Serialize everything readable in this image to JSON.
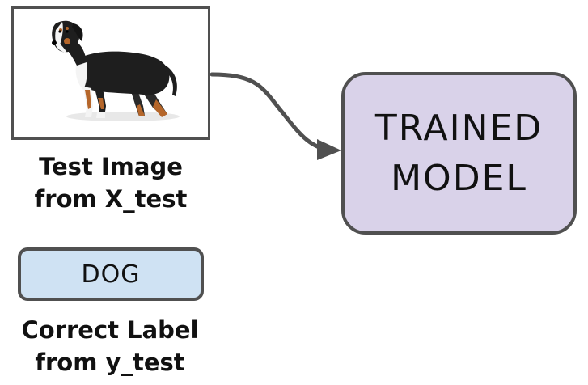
{
  "test_image": {
    "caption_line1": "Test Image",
    "caption_line2": "from X_test",
    "icon": "dog-photo"
  },
  "model": {
    "line1": "TRAINED",
    "line2": "MODEL"
  },
  "label": {
    "value": "DOG",
    "caption_line1": "Correct Label",
    "caption_line2": "from y_test"
  },
  "colors": {
    "label_fill": "#cfe2f3",
    "model_fill": "#d9d2e9",
    "stroke": "#505050"
  }
}
